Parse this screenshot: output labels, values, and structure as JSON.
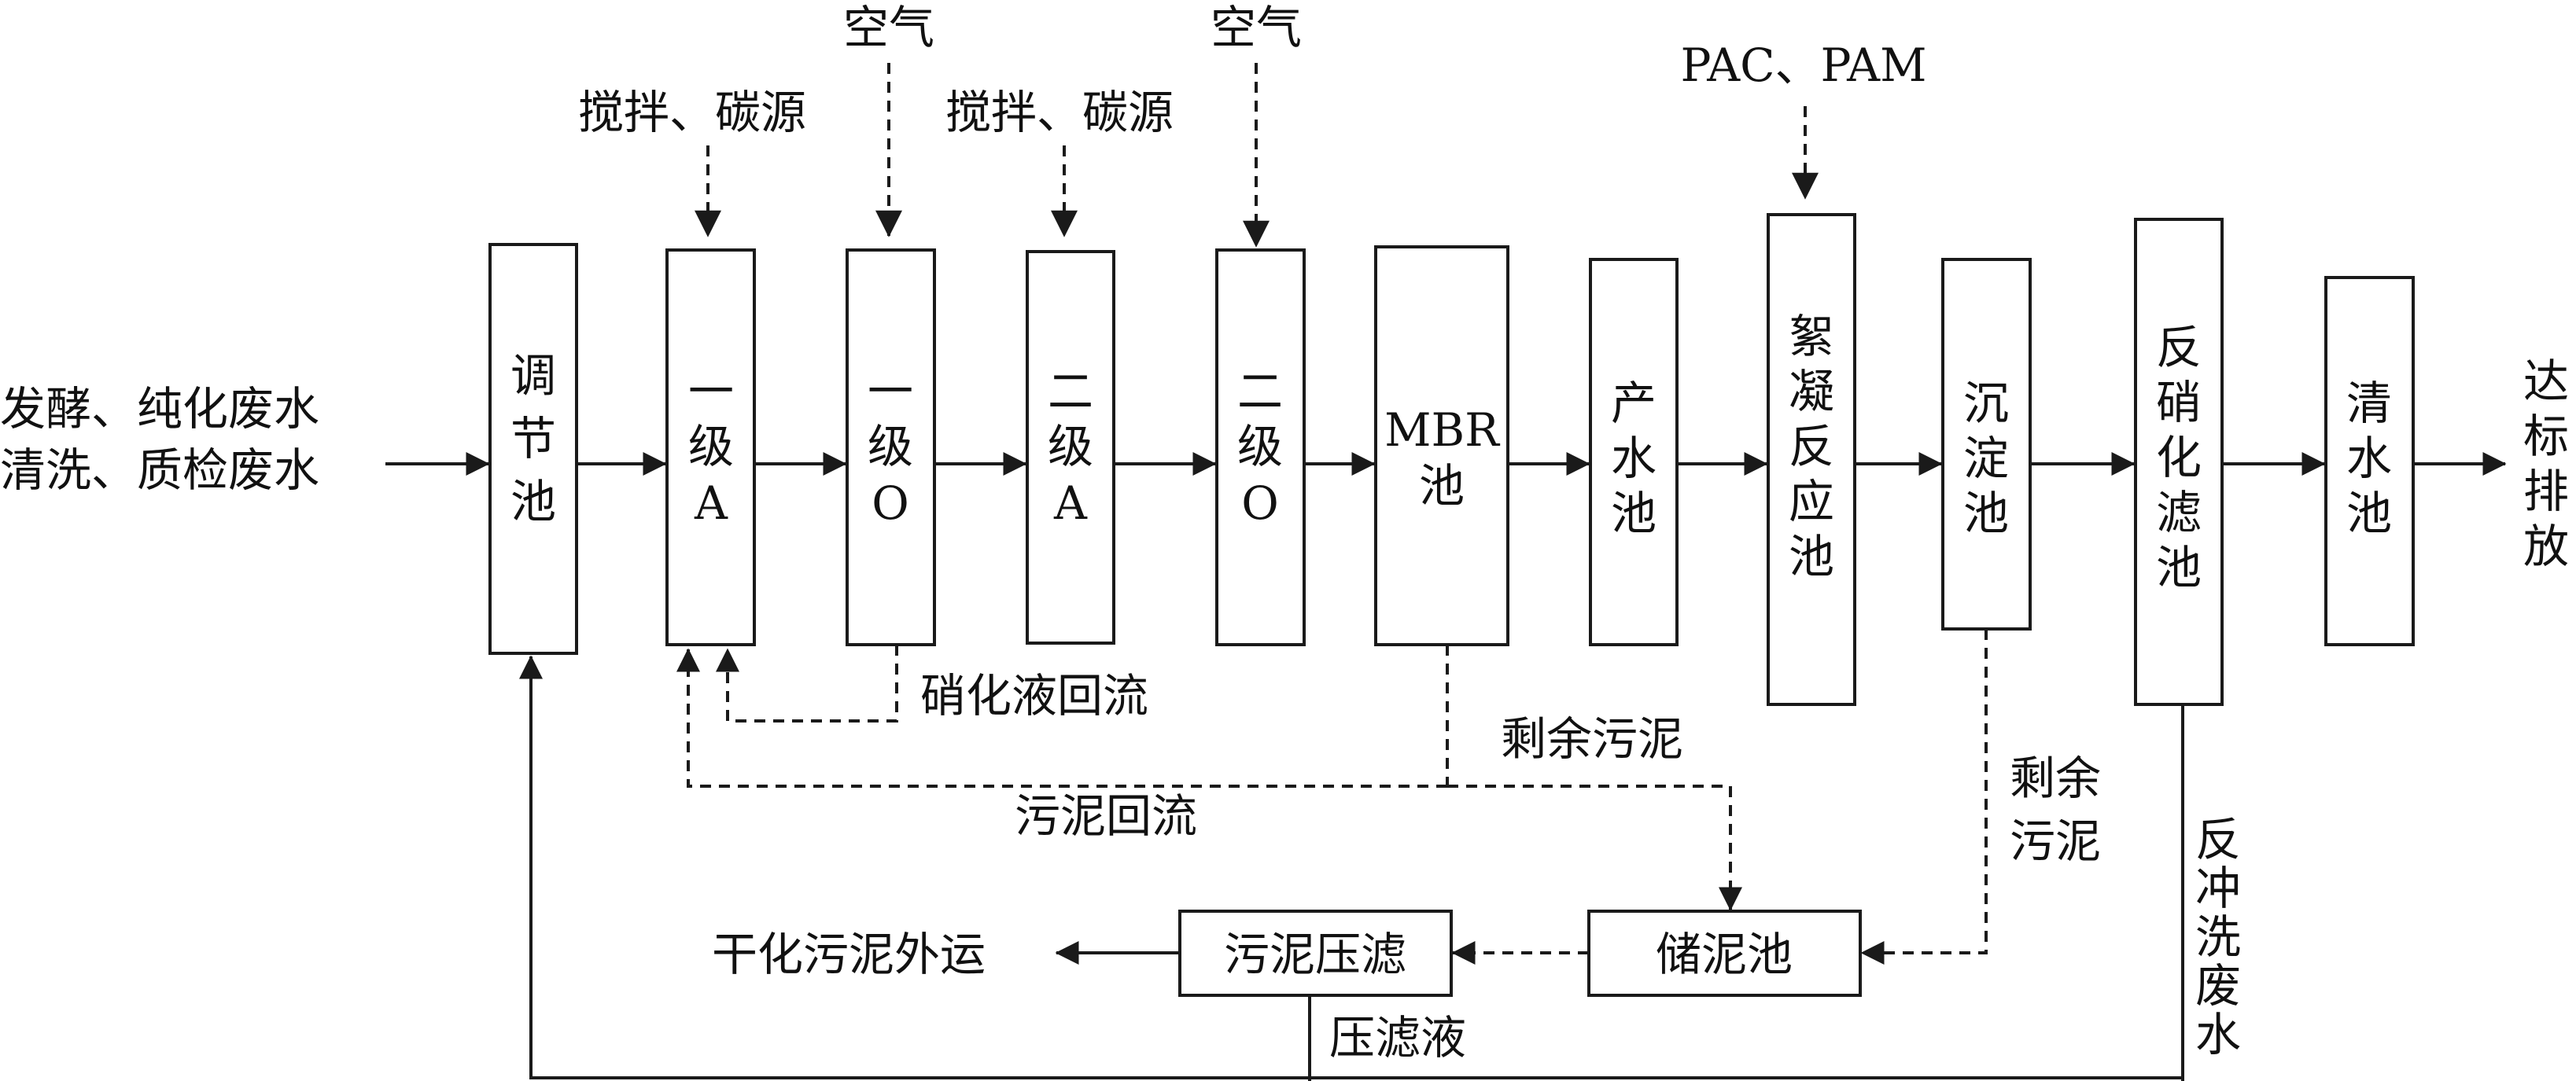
{
  "inputs": {
    "influent_line1": "发酵、纯化废水",
    "influent_line2": "清洗、质检废水",
    "air_1": "空气",
    "air_2": "空气",
    "stir_carbon_1": "搅拌、碳源",
    "stir_carbon_2": "搅拌、碳源",
    "pac_pam": "PAC、PAM"
  },
  "units": {
    "equalization": [
      "调",
      "节",
      "池"
    ],
    "a1": [
      "一",
      "级",
      "A"
    ],
    "o1": [
      "一",
      "级",
      "O"
    ],
    "a2": [
      "二",
      "级",
      "A"
    ],
    "o2": [
      "二",
      "级",
      "O"
    ],
    "mbr": [
      "MBR",
      "池"
    ],
    "product_water": [
      "产",
      "水",
      "池"
    ],
    "flocculation": [
      "絮",
      "凝",
      "反",
      "应",
      "池"
    ],
    "sedimentation": [
      "沉",
      "淀",
      "池"
    ],
    "denitrification_filter": [
      "反",
      "硝",
      "化",
      "滤",
      "池"
    ],
    "clear_water": [
      "清",
      "水",
      "池"
    ],
    "sludge_storage": "储泥池",
    "sludge_press": "污泥压滤"
  },
  "outputs": {
    "discharge": [
      "达",
      "标",
      "排",
      "放"
    ],
    "dried_sludge": "干化污泥外运"
  },
  "lines": {
    "nitrate_return": "硝化液回流",
    "excess_sludge_1": "剩余污泥",
    "sludge_return": "污泥回流",
    "excess_sludge_2a": "剩余",
    "excess_sludge_2b": "污泥",
    "filtrate": "压滤液",
    "backwash": [
      "反",
      "冲",
      "洗",
      "废",
      "水"
    ]
  }
}
